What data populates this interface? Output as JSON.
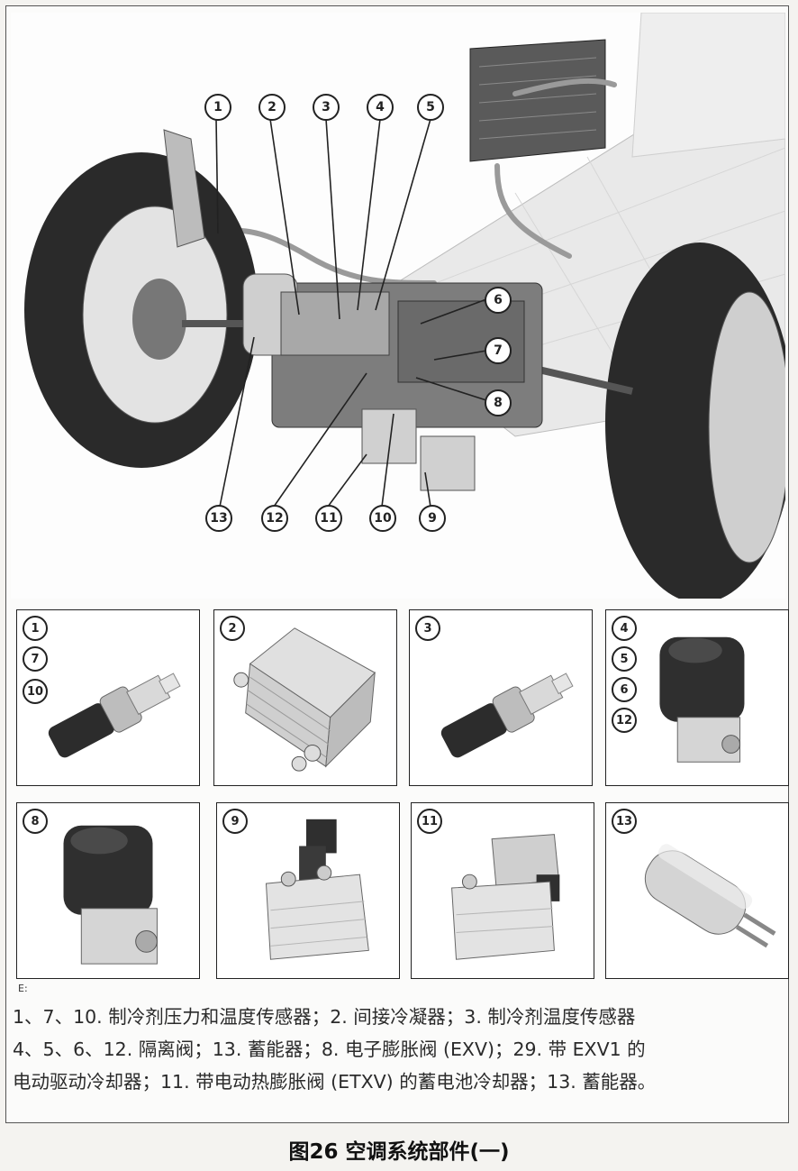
{
  "main_callouts": [
    "1",
    "2",
    "3",
    "4",
    "5",
    "6",
    "7",
    "8",
    "9",
    "10",
    "11",
    "12",
    "13"
  ],
  "panels": [
    {
      "badges": [
        "1",
        "7",
        "10"
      ],
      "part": "sensor"
    },
    {
      "badges": [
        "2"
      ],
      "part": "condenser"
    },
    {
      "badges": [
        "3"
      ],
      "part": "sensor"
    },
    {
      "badges": [
        "4",
        "5",
        "6",
        "12"
      ],
      "part": "valve"
    },
    {
      "badges": [
        "8"
      ],
      "part": "valve"
    },
    {
      "badges": [
        "9"
      ],
      "part": "chiller"
    },
    {
      "badges": [
        "11"
      ],
      "part": "chiller"
    },
    {
      "badges": [
        "13"
      ],
      "part": "accumulator"
    }
  ],
  "small_caption": "E:",
  "legend_lines": [
    "1、7、10. 制冷剂压力和温度传感器；2. 间接冷凝器；3. 制冷剂温度传感器",
    "4、5、6、12. 隔离阀；13. 蓄能器；8. 电子膨胀阀 (EXV)；29. 带 EXV1 的",
    "电动驱动冷却器；11. 带电动热膨胀阀 (ETXV) 的蓄电池冷却器；13. 蓄能器。"
  ],
  "figure_title": "图26 空调系统部件(一)",
  "colors": {
    "tire": "#2a2a2a",
    "metal": "#c9c9c9",
    "line": "#222222"
  }
}
